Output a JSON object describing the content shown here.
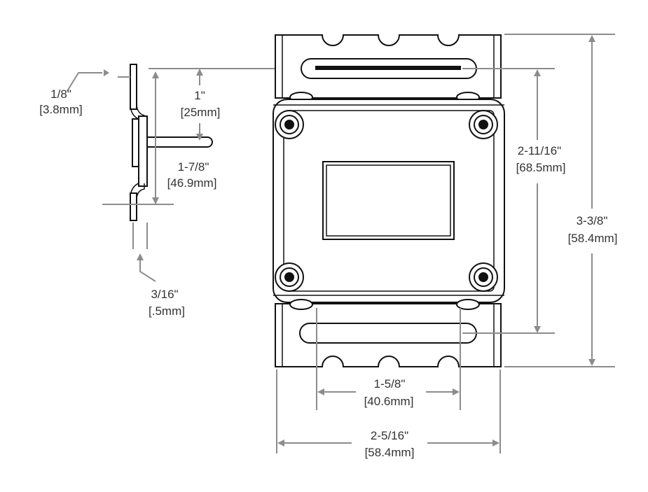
{
  "colors": {
    "outline": "#111111",
    "dimension_line": "#8c8c8c",
    "text": "#333333",
    "background": "#ffffff"
  },
  "side_view": {
    "tab_thickness": {
      "inch": "1/8\"",
      "mm": "[3.8mm]"
    },
    "stud_offset": {
      "inch": "1\"",
      "mm": "[25mm]"
    },
    "body_height": {
      "inch": "1-7/8\"",
      "mm": "[46.9mm]"
    },
    "plate_thickness": {
      "inch": "3/16\"",
      "mm": "[.5mm]"
    }
  },
  "front_view": {
    "slot_spacing_vertical": {
      "inch": "2-11/16\"",
      "mm": "[68.5mm]"
    },
    "overall_height": {
      "inch": "3-3/8\"",
      "mm": "[58.4mm]"
    },
    "slot_spacing_horizontal": {
      "inch": "1-5/8\"",
      "mm": "[40.6mm]"
    },
    "overall_width": {
      "inch": "2-5/16\"",
      "mm": "[58.4mm]"
    }
  }
}
